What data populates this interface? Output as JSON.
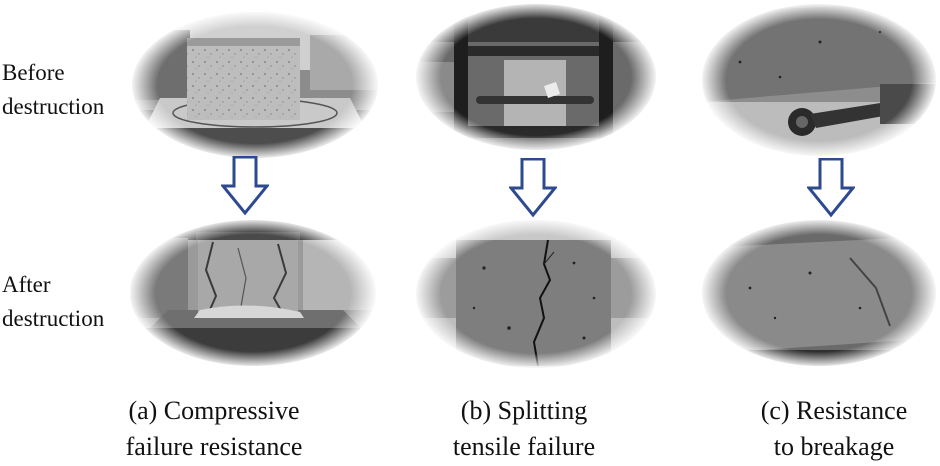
{
  "row_labels": {
    "before": [
      "Before",
      "destruction"
    ],
    "after": [
      "After",
      "destruction"
    ]
  },
  "captions": [
    {
      "line1": "(a) Compressive",
      "line2": "failure resistance"
    },
    {
      "line1": "(b) Splitting",
      "line2": "tensile failure"
    },
    {
      "line1": "(c) Resistance",
      "line2": "to breakage"
    }
  ],
  "colors": {
    "arrow": "#2e4a8e"
  }
}
